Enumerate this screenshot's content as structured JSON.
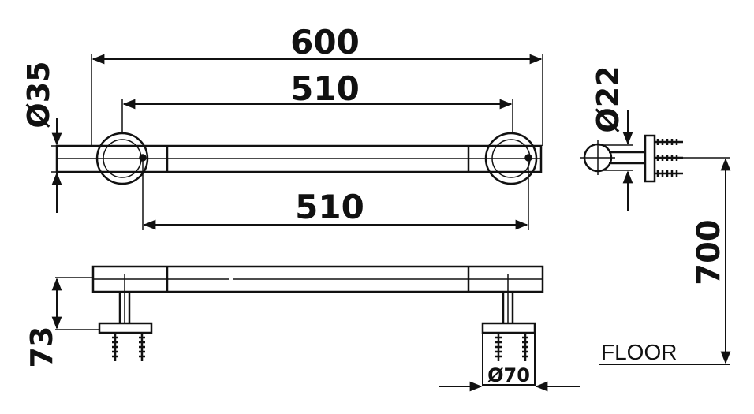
{
  "drawing": {
    "line_color": "#111111",
    "background": "#ffffff",
    "dimensions": {
      "overall_length": "600",
      "center_distance_top": "510",
      "center_distance_bottom": "510",
      "rail_diameter": "Ø35",
      "rail_diameter_side": "Ø22",
      "height_above_floor": "700",
      "bracket_projection": "73",
      "flange_diameter": "Ø70"
    },
    "labels": {
      "floor": "FLOOR"
    }
  }
}
